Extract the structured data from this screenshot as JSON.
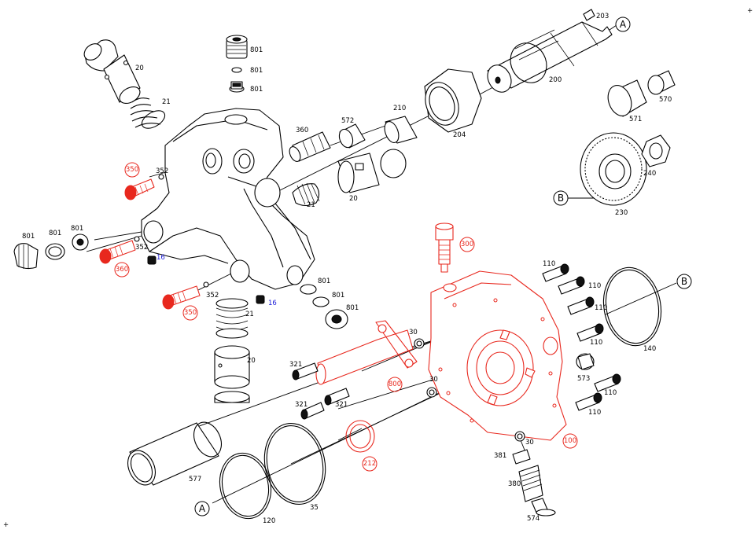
{
  "colors": {
    "line": "#000000",
    "highlight": "#e8281e",
    "note": "#1a1ad8",
    "background": "#ffffff"
  },
  "callouts": [
    {
      "id": "c20a",
      "text": "20"
    },
    {
      "id": "c21a",
      "text": "21"
    },
    {
      "id": "c801a",
      "text": "801"
    },
    {
      "id": "c801b",
      "text": "801"
    },
    {
      "id": "c801c",
      "text": "801"
    },
    {
      "id": "c203",
      "text": "203"
    },
    {
      "id": "c200",
      "text": "200"
    },
    {
      "id": "c210",
      "text": "210"
    },
    {
      "id": "c204",
      "text": "204"
    },
    {
      "id": "c570",
      "text": "570"
    },
    {
      "id": "c571",
      "text": "571"
    },
    {
      "id": "c360a",
      "text": "360"
    },
    {
      "id": "c572",
      "text": "572"
    },
    {
      "id": "c352a",
      "text": "352"
    },
    {
      "id": "c21b",
      "text": "21"
    },
    {
      "id": "c20b",
      "text": "20"
    },
    {
      "id": "c240",
      "text": "240"
    },
    {
      "id": "c230",
      "text": "230"
    },
    {
      "id": "c801d",
      "text": "801"
    },
    {
      "id": "c801e",
      "text": "801"
    },
    {
      "id": "c801f",
      "text": "801"
    },
    {
      "id": "c352b",
      "text": "352"
    },
    {
      "id": "c352c",
      "text": "352"
    },
    {
      "id": "c21c",
      "text": "21"
    },
    {
      "id": "c20c",
      "text": "20"
    },
    {
      "id": "c801g",
      "text": "801"
    },
    {
      "id": "c801h",
      "text": "801"
    },
    {
      "id": "c801i",
      "text": "801"
    },
    {
      "id": "c110a",
      "text": "110"
    },
    {
      "id": "c110b",
      "text": "110"
    },
    {
      "id": "c110c",
      "text": "110"
    },
    {
      "id": "c110d",
      "text": "110"
    },
    {
      "id": "c110e",
      "text": "110"
    },
    {
      "id": "c110f",
      "text": "110"
    },
    {
      "id": "c140",
      "text": "140"
    },
    {
      "id": "c573",
      "text": "573"
    },
    {
      "id": "c30a",
      "text": "30"
    },
    {
      "id": "c30b",
      "text": "30"
    },
    {
      "id": "c30c",
      "text": "30"
    },
    {
      "id": "c321a",
      "text": "321"
    },
    {
      "id": "c321b",
      "text": "321"
    },
    {
      "id": "c321c",
      "text": "321"
    },
    {
      "id": "c577",
      "text": "577"
    },
    {
      "id": "c35",
      "text": "35"
    },
    {
      "id": "c120",
      "text": "120"
    },
    {
      "id": "c381",
      "text": "381"
    },
    {
      "id": "c380",
      "text": "380"
    },
    {
      "id": "c574",
      "text": "574"
    }
  ],
  "blue_callouts": [
    {
      "id": "b16a",
      "text": "16"
    },
    {
      "id": "b16b",
      "text": "16"
    }
  ],
  "red_callouts": [
    {
      "id": "r350a",
      "text": "350"
    },
    {
      "id": "r360",
      "text": "360"
    },
    {
      "id": "r350b",
      "text": "350"
    },
    {
      "id": "r300",
      "text": "300"
    },
    {
      "id": "r800",
      "text": "800"
    },
    {
      "id": "r212",
      "text": "212"
    },
    {
      "id": "r100",
      "text": "100"
    }
  ],
  "refs": [
    {
      "id": "refA1",
      "text": "A"
    },
    {
      "id": "refB1",
      "text": "B"
    },
    {
      "id": "refB2",
      "text": "B"
    },
    {
      "id": "refA2",
      "text": "A"
    }
  ],
  "corner_marks": {
    "top_right": "+",
    "bottom_left": "+"
  }
}
